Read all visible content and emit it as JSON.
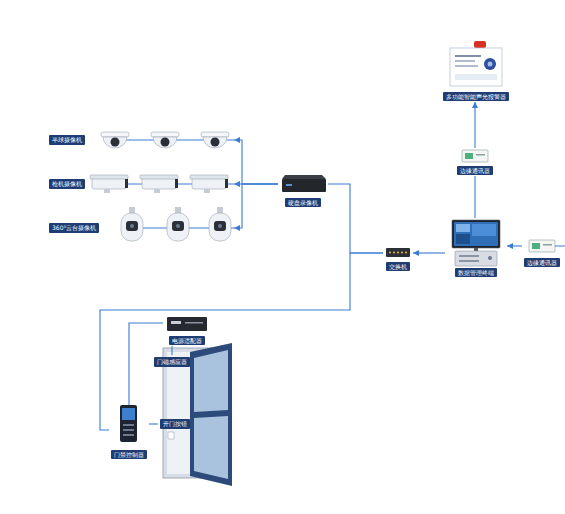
{
  "diagram": {
    "nodes": [
      {
        "text": [
          "多功能智能声光报警器"
        ]
      },
      {
        "text": [
          "半球摄像机"
        ]
      },
      {
        "text": [
          "边缘通讯器"
        ]
      },
      {
        "text": [
          "枪机摄像机"
        ]
      },
      {
        "text": [
          "硬盘录像机"
        ]
      },
      {
        "text": [
          "360°云台摄像机"
        ]
      },
      {
        "text": [
          "交换机"
        ]
      },
      {
        "text": [
          "数据管理终端"
        ]
      },
      {
        "text": [
          "边缘通讯器"
        ]
      },
      {
        "text": [
          "电源适配器"
        ]
      },
      {
        "text": [
          "门磁感应器"
        ]
      },
      {
        "text": [
          "开门按钮"
        ]
      },
      {
        "text": [
          "门禁控制器"
        ]
      }
    ],
    "edges": [
      {
        "from": 2,
        "to": 0,
        "arrow": "to"
      },
      {
        "from": 7,
        "to": 2,
        "arrow": "none"
      },
      {
        "from": 4,
        "to": 1,
        "arrow": "to"
      },
      {
        "from": 4,
        "to": 3,
        "arrow": "to"
      },
      {
        "from": 4,
        "to": 5,
        "arrow": "to"
      },
      {
        "from": 6,
        "to": 4,
        "arrow": "none"
      },
      {
        "from": 7,
        "to": 6,
        "arrow": "to"
      },
      {
        "from": 8,
        "to": 7,
        "arrow": "to"
      },
      {
        "from": 6,
        "to": 12,
        "arrow": "none"
      },
      {
        "from": 9,
        "to": 12,
        "arrow": "none"
      },
      {
        "from": 9,
        "to": 10,
        "arrow": "none"
      },
      {
        "from": 12,
        "to": 11,
        "arrow": "none"
      }
    ]
  }
}
